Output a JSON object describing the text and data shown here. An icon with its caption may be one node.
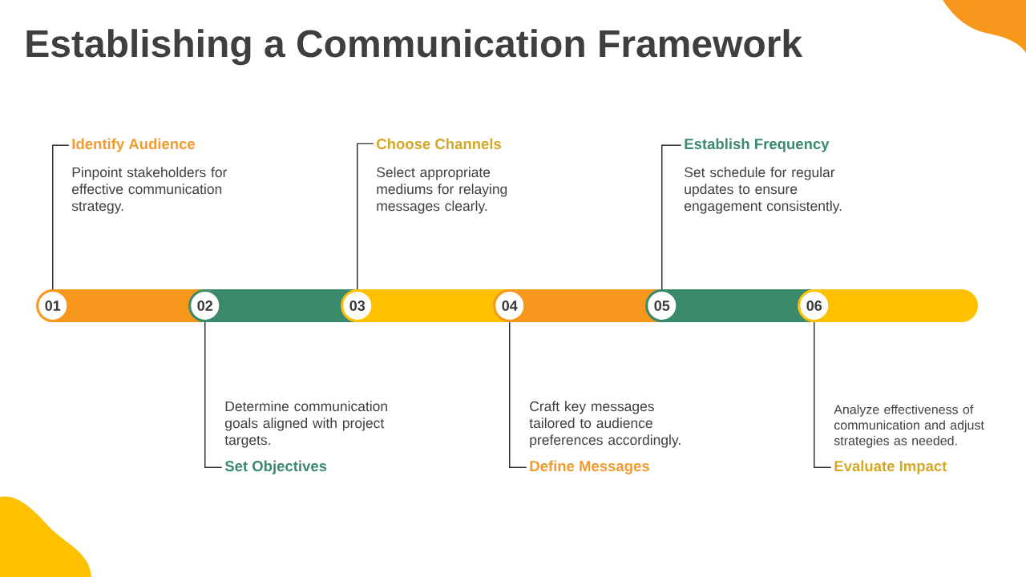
{
  "diagram": {
    "title": "Establishing a Communication Framework",
    "nodes": [
      {
        "text": [],
        "shape": "bar"
      },
      {
        "text": [
          "01"
        ],
        "in": 0
      },
      {
        "text": [
          "Identify Audience",
          "Pinpoint stakeholders for effective communication strategy."
        ]
      },
      {
        "text": [
          "02"
        ],
        "in": 0
      },
      {
        "text": [
          "Determine communication goals aligned with project targets.",
          "Set Objectives"
        ]
      },
      {
        "text": [
          "03"
        ],
        "in": 0
      },
      {
        "text": [
          "Choose Channels",
          "Select appropriate mediums for relaying messages clearly."
        ]
      },
      {
        "text": [
          "04"
        ],
        "in": 0
      },
      {
        "text": [
          "Craft key messages tailored to audience preferences accordingly.",
          "Define Messages"
        ]
      },
      {
        "text": [
          "05"
        ],
        "in": 0
      },
      {
        "text": [
          "Establish Frequency",
          "Set schedule for regular updates to ensure engagement consistently."
        ]
      },
      {
        "text": [
          "06"
        ],
        "in": 0
      },
      {
        "text": [
          "Analyze effectiveness of communication and adjust strategies as needed.",
          "Evaluate Impact"
        ]
      }
    ],
    "edges": [
      {
        "from": 1,
        "to": 2,
        "arrow": "none"
      },
      {
        "from": 3,
        "to": 4,
        "arrow": "none"
      },
      {
        "from": 5,
        "to": 6,
        "arrow": "none"
      },
      {
        "from": 7,
        "to": 8,
        "arrow": "none"
      },
      {
        "from": 9,
        "to": 10,
        "arrow": "none"
      },
      {
        "from": 11,
        "to": 12,
        "arrow": "none"
      }
    ]
  }
}
